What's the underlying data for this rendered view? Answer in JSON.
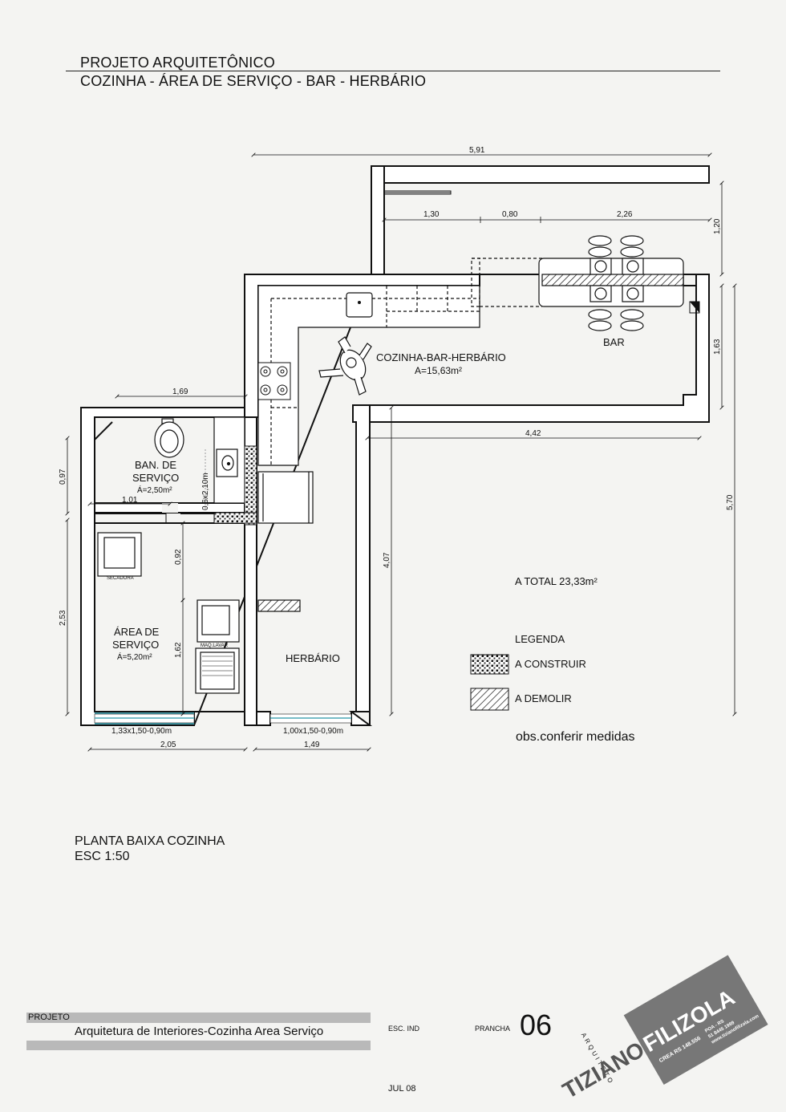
{
  "header": {
    "title": "PROJETO ARQUITETÔNICO",
    "subtitle": "COZINHA - ÁREA DE SERVIÇO - BAR - HERBÁRIO"
  },
  "plan": {
    "dimensions": {
      "d591": "5,91",
      "d130": "1,30",
      "d080": "0,80",
      "d226": "2,26",
      "d120": "1,20",
      "d163": "1,63",
      "d169": "1,69",
      "d442": "4,42",
      "d570": "5,70",
      "d097": "0,97",
      "d101": "1,01",
      "d253": "2,53",
      "d092": "0,92",
      "d162": "1,62",
      "d407": "4,07",
      "d205": "2,05",
      "d149": "1,49",
      "door": "0,6x2,10m"
    },
    "rooms": {
      "kitchen_name": "COZINHA-BAR-HERBÁRIO",
      "kitchen_area": "A=15,63m²",
      "bar": "BAR",
      "ban_line1": "BAN. DE",
      "ban_line2": "SERVIÇO",
      "ban_area": "Á=2,50m²",
      "area_line1": "ÁREA DE",
      "area_line2": "SERVIÇO",
      "area_area": "Á=5,20m²",
      "herbario": "HERBÁRIO",
      "secadora": "SECADORA",
      "maq_lavar": "MAQ.LAVAR"
    },
    "windows": {
      "w1": "1,33x1,50-0,90m",
      "w2": "1,00x1,50-0,90m"
    },
    "total": "A TOTAL 23,33m²",
    "legend": {
      "title": "LEGENDA",
      "build": "A CONSTRUIR",
      "demolish": "A DEMOLIR"
    },
    "note": "obs.conferir medidas"
  },
  "plan_title": {
    "line1": "PLANTA BAIXA COZINHA",
    "line2": "ESC 1:50"
  },
  "footer": {
    "project_label": "PROJETO",
    "project_text": "Arquitetura de Interiores-Cozinha Area Serviço",
    "scale": "ESC. IND",
    "sheet_label": "PRANCHA",
    "sheet_number": "06",
    "date": "JUL 08",
    "logo": {
      "arquiteto": "ARQUITETO",
      "name1": "TIZIANO",
      "name2": "FILIZOLA",
      "crea": "CREA RS 148.556",
      "city": "POA - RS",
      "phone": "51 8445 1999",
      "web": "www.tizianofilizola.com"
    }
  }
}
